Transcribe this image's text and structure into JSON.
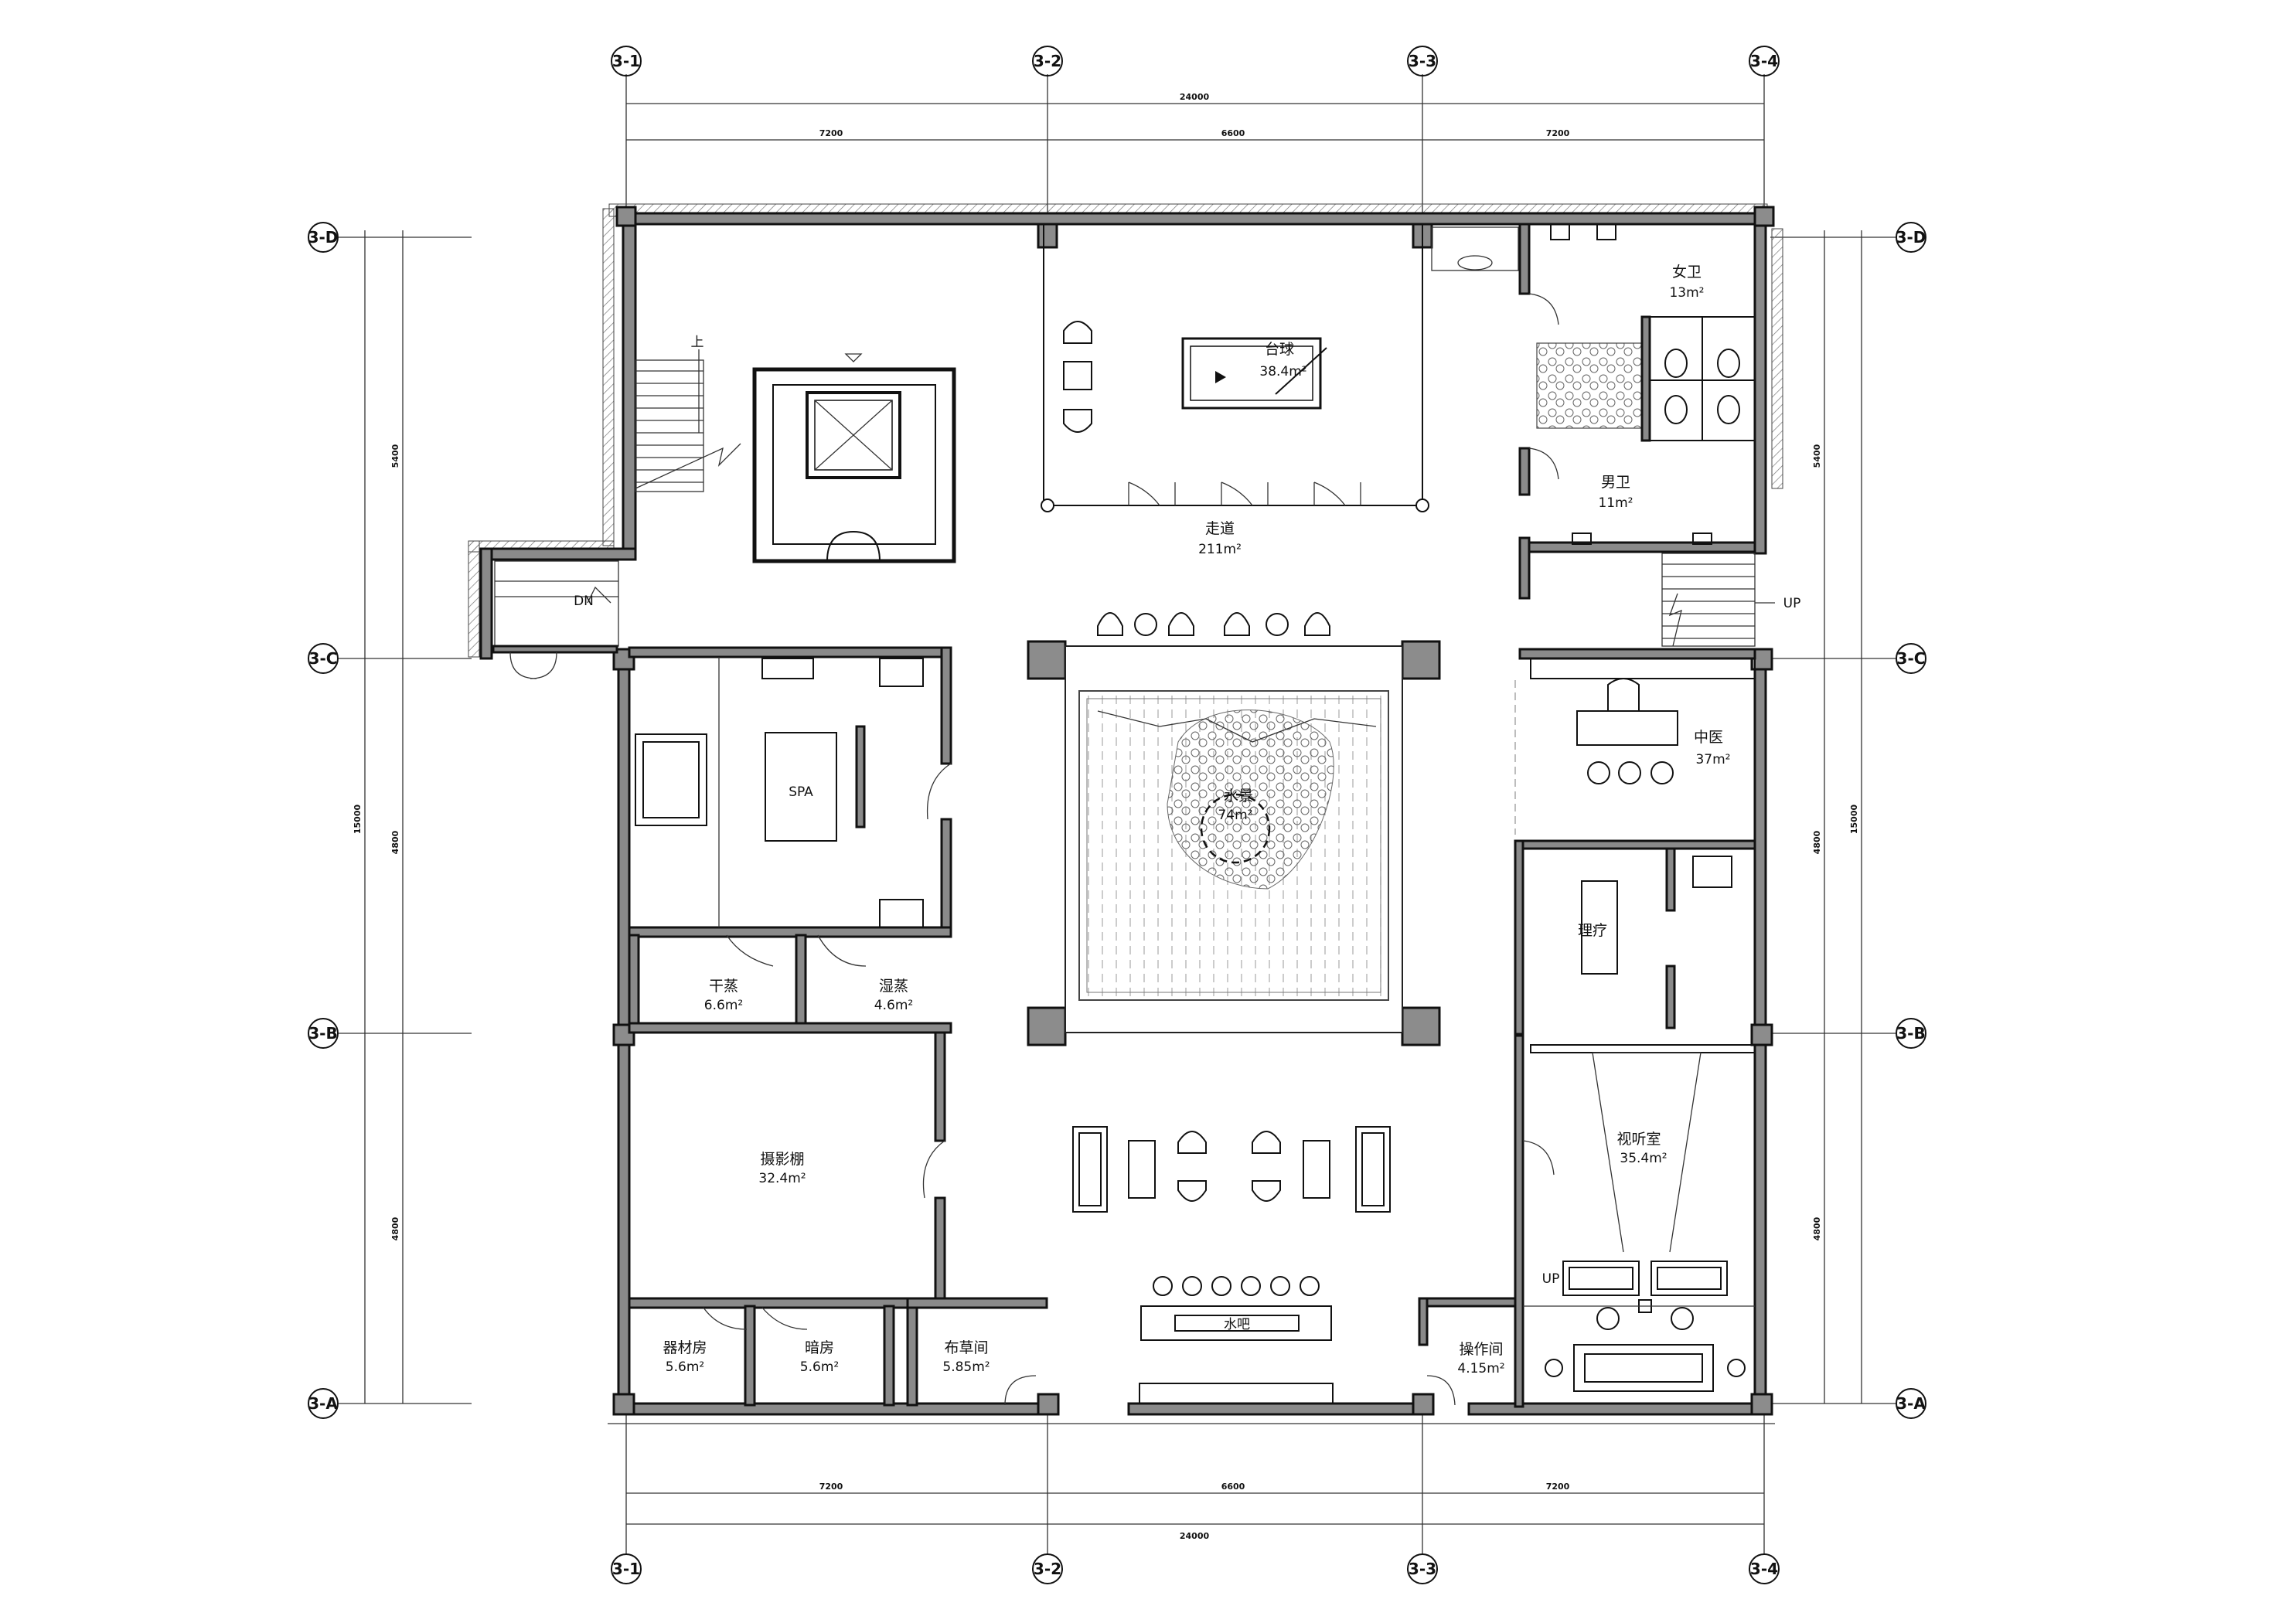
{
  "axes": {
    "top": [
      "3-1",
      "3-2",
      "3-3",
      "3-4"
    ],
    "bottom": [
      "3-1",
      "3-2",
      "3-3",
      "3-4"
    ],
    "left": [
      "3-D",
      "3-C",
      "3-B",
      "3-A"
    ],
    "right": [
      "3-D",
      "3-C",
      "3-B",
      "3-A"
    ]
  },
  "stair_labels": {
    "up_main": "上",
    "down": "DN",
    "up_right": "UP",
    "up_av": "UP"
  },
  "rooms": [
    {
      "id": "billiards",
      "name": "台球",
      "area": "38.4m²"
    },
    {
      "id": "corridor",
      "name": "走道",
      "area": "211m²"
    },
    {
      "id": "women-wc",
      "name": "女卫",
      "area": "13m²"
    },
    {
      "id": "men-wc",
      "name": "男卫",
      "area": "11m²"
    },
    {
      "id": "spa",
      "name": "SPA",
      "area": ""
    },
    {
      "id": "water-feature",
      "name": "水景",
      "area": "74m²"
    },
    {
      "id": "tcm",
      "name": "中医",
      "area": "37m²"
    },
    {
      "id": "therapy",
      "name": "理疗",
      "area": ""
    },
    {
      "id": "dry-sauna",
      "name": "干蒸",
      "area": "6.6m²"
    },
    {
      "id": "steam-room",
      "name": "湿蒸",
      "area": "4.6m²"
    },
    {
      "id": "photo-studio",
      "name": "摄影棚",
      "area": "32.4m²"
    },
    {
      "id": "av-room",
      "name": "视听室",
      "area": "35.4m²"
    },
    {
      "id": "equipment",
      "name": "器材房",
      "area": "5.6m²"
    },
    {
      "id": "darkroom",
      "name": "暗房",
      "area": "5.6m²"
    },
    {
      "id": "linen",
      "name": "布草间",
      "area": "5.85m²"
    },
    {
      "id": "water-bar",
      "name": "水吧",
      "area": ""
    },
    {
      "id": "operation",
      "name": "操作间",
      "area": "4.15m²"
    }
  ]
}
